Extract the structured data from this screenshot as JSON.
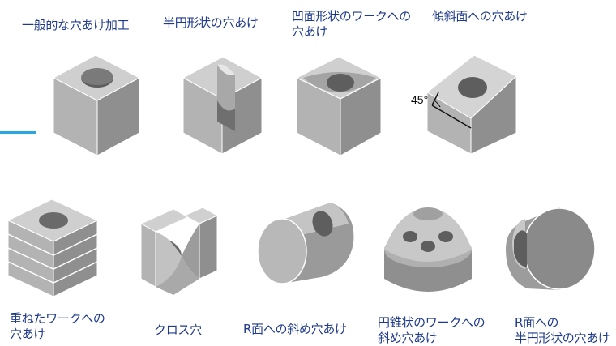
{
  "labels": {
    "general": "一般的な穴あけ加工",
    "half_circle": "半円形状の穴あけ",
    "concave": "凹面形状のワークへの\n穴あけ",
    "slope": "傾斜面への穴あけ",
    "stacked": "重ねたワークへの\n穴あけ",
    "cross": "クロス穴",
    "r_surface": "R面への斜め穴あけ",
    "cone": "円錐状のワークへの\n斜め穴あけ",
    "r_half": "R面への\n半円形状の穴あけ"
  },
  "angle": "45°",
  "colors": {
    "label_text": "#1f3a8c",
    "accent_line": "#29a8e0",
    "face_top": "#cfcfcf",
    "face_left": "#b3b3b3",
    "face_right": "#8f8f8f",
    "edge": "#ffffff"
  }
}
